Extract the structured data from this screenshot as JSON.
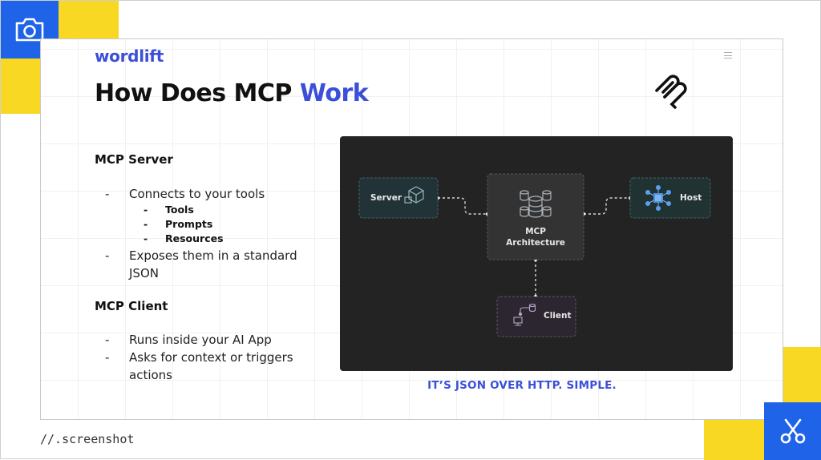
{
  "app": {
    "watermark": "//.screenshot",
    "camera_icon": "camera-icon",
    "scissors_icon": "scissors-icon"
  },
  "slide": {
    "brand": "wordlift",
    "title_main": "How Does MCP ",
    "title_accent": "Work",
    "sections": [
      {
        "heading": "MCP Server",
        "bullets": [
          {
            "text": "Connects to your tools",
            "subitems": [
              "Tools",
              "Prompts",
              "Resources"
            ]
          },
          {
            "text": "Exposes them in a standard JSON",
            "subitems": []
          }
        ]
      },
      {
        "heading": "MCP Client",
        "bullets": [
          {
            "text": "Runs inside your AI App",
            "subitems": []
          },
          {
            "text": "Asks for context or triggers actions",
            "subitems": []
          }
        ]
      }
    ],
    "diagram": {
      "server_label": "Server",
      "center_label_1": "MCP",
      "center_label_2": "Architecture",
      "host_label": "Host",
      "client_label": "Client"
    },
    "caption": "IT’S JSON OVER HTTP. SIMPLE."
  },
  "colors": {
    "accent_blue": "#3b4fd8",
    "yellow": "#f8d823",
    "corner_blue": "#1f63e8",
    "diagram_bg": "#232323"
  }
}
